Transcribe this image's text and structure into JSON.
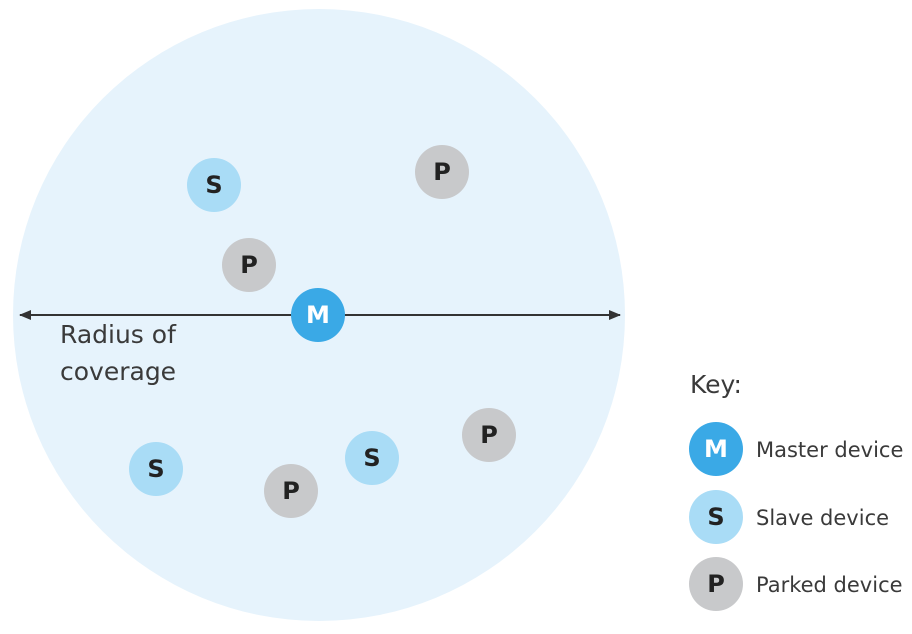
{
  "diagram": {
    "radius_label_line1": "Radius of",
    "radius_label_line2": "coverage",
    "colors": {
      "coverage_fill": "#e6f3fc",
      "master": "#3aa9e6",
      "slave": "#a9dcf6",
      "parked": "#c8c9cb",
      "arrow": "#333333",
      "letter_dark": "#222222",
      "letter_light": "#ffffff"
    },
    "nodes": [
      {
        "type": "slave",
        "letter": "S"
      },
      {
        "type": "parked",
        "letter": "P"
      },
      {
        "type": "parked",
        "letter": "P"
      },
      {
        "type": "master",
        "letter": "M"
      },
      {
        "type": "slave",
        "letter": "S"
      },
      {
        "type": "parked",
        "letter": "P"
      },
      {
        "type": "slave",
        "letter": "S"
      },
      {
        "type": "parked",
        "letter": "P"
      }
    ]
  },
  "key": {
    "title": "Key:",
    "items": [
      {
        "type": "master",
        "letter": "M",
        "label": "Master device"
      },
      {
        "type": "slave",
        "letter": "S",
        "label": "Slave device"
      },
      {
        "type": "parked",
        "letter": "P",
        "label": "Parked device"
      }
    ]
  }
}
